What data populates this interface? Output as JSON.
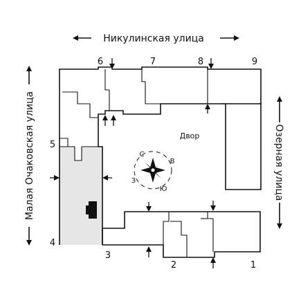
{
  "streets": {
    "top": "Никулинская улица",
    "left": "Малая Очаковская улица",
    "right": "Озерная улица"
  },
  "courtyard_label": "Двор",
  "section_numbers": [
    "1",
    "2",
    "3",
    "4",
    "5",
    "6",
    "7",
    "8",
    "9"
  ],
  "compass": {
    "north": "С",
    "east": "В",
    "south": "Ю",
    "west": "З"
  },
  "colors": {
    "line": "#111111",
    "highlight": "#e6e6e6",
    "marker": "#111111"
  },
  "icons": [
    "arrow-left-icon",
    "arrow-right-icon",
    "arrow-up-icon",
    "arrow-down-icon",
    "compass-rose-icon",
    "entrance-arrow-icon"
  ]
}
